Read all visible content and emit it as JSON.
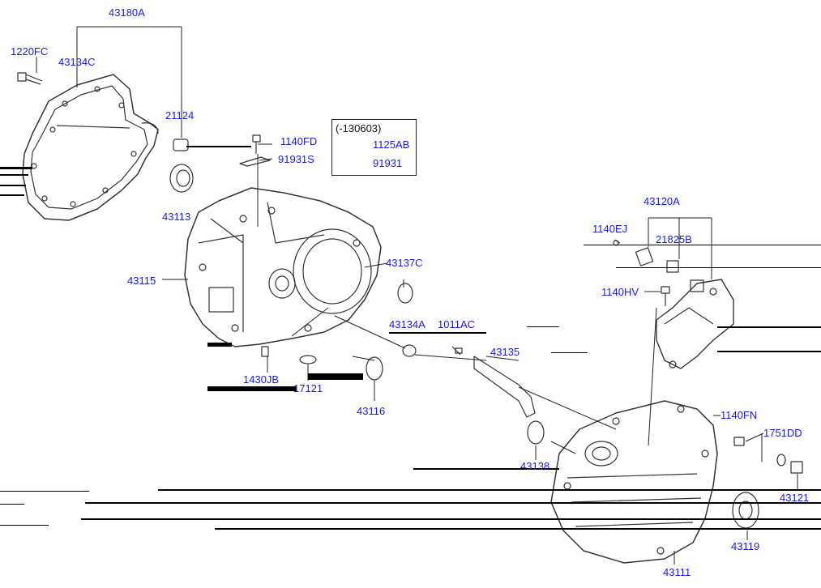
{
  "colors": {
    "label": "#1a1ad6",
    "line": "#222222",
    "part": "#333333",
    "artifact": "#000000"
  },
  "note_box": {
    "title": "(-130603)"
  },
  "labels": {
    "l43180A": "43180A",
    "l1220FC": "1220FC",
    "l43134C": "43134C",
    "l21124": "21124",
    "l1140FD": "1140FD",
    "l91931S": "91931S",
    "l1125AB": "1125AB",
    "l91931": "91931",
    "l43113": "43113",
    "l43115": "43115",
    "l43137C": "43137C",
    "l43134A": "43134A",
    "l1011AC": "1011AC",
    "l43135": "43135",
    "l1430JB": "1430JB",
    "l17121": "17121",
    "l43116": "43116",
    "l43120A": "43120A",
    "l1140EJ": "1140EJ",
    "l21825B": "21825B",
    "l1140HV": "1140HV",
    "l1140FN": "1140FN",
    "l1751DD": "1751DD",
    "l43138": "43138",
    "l43121": "43121",
    "l43119": "43119",
    "l43111": "43111"
  }
}
